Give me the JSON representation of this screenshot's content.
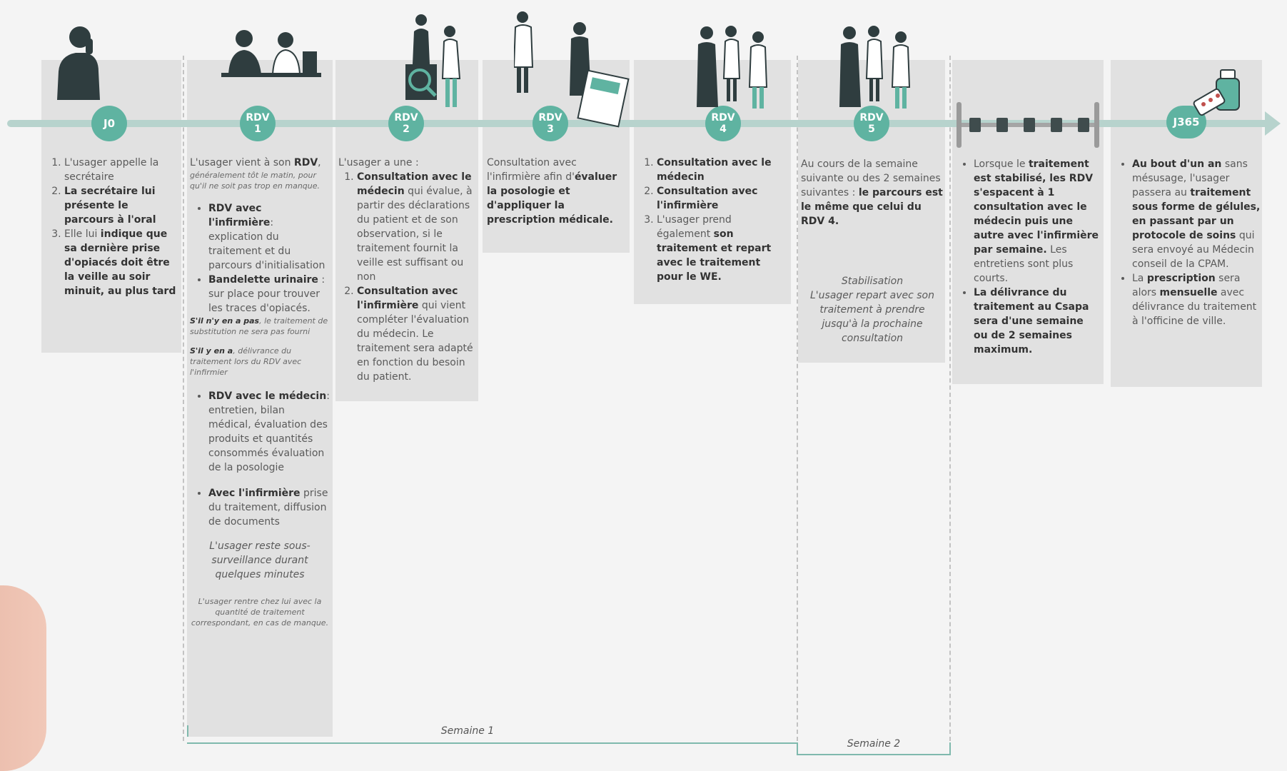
{
  "timeline": {
    "nodes": [
      {
        "label": "J0"
      },
      {
        "line1": "RDV",
        "line2": "1"
      },
      {
        "line1": "RDV",
        "line2": "2"
      },
      {
        "line1": "RDV",
        "line2": "3"
      },
      {
        "line1": "RDV",
        "line2": "4"
      },
      {
        "line1": "RDV",
        "line2": "5"
      },
      {
        "label": "J365"
      }
    ]
  },
  "col0": {
    "items": [
      {
        "text": "L'usager appelle la secrétaire"
      },
      {
        "bold": "La secrétaire lui présente le parcours à l'oral"
      },
      {
        "pre": "Elle lui ",
        "bold": "indique que sa dernière prise d'opiacés doit être la veille au soir minuit, au plus tard"
      }
    ]
  },
  "col1": {
    "intro_pre": "L'usager vient à son ",
    "intro_bold": "RDV",
    "intro_post": ",",
    "intro_small": "généralement tôt le matin, pour qu'il ne soit pas trop en manque.",
    "b1_bold": "RDV avec l'infirmière",
    "b1_text": ": explication du traitement et du parcours d'initialisation",
    "b2_bold": "Bandelette urinaire",
    "b2_text": " : sur place pour trouver les traces d'opiacés.",
    "note1_pre": "S'il n'y en a pas",
    "note1_post": ", le traitement de substitution ne sera pas fourni",
    "note2_pre": "S'il y en a",
    "note2_post": ", délivrance du traitement lors du RDV avec l'infirmier",
    "b3_bold": "RDV avec le médecin",
    "b3_text": ": entretien, bilan médical, évaluation des produits et quantités consommés évaluation de la posologie",
    "b4_bold": "Avec l'infirmière",
    "b4_text": " prise du traitement, diffusion de documents",
    "surveillance": "L'usager reste sous-surveillance durant quelques minutes",
    "home": "L'usager rentre chez lui avec la quantité de traitement correspondant, en cas de manque."
  },
  "col2": {
    "intro": "L'usager a une :",
    "i1_bold": "Consultation avec le médecin",
    "i1_text": " qui évalue, à partir des déclarations du patient et de son observation, si le traitement fournit la veille est suffisant ou non",
    "i2_bold": "Consultation avec l'infirmière",
    "i2_text": " qui vient compléter l'évaluation du médecin. Le traitement sera adapté en fonction du besoin du patient."
  },
  "col3": {
    "pre": "Consultation avec l'infirmière afin d'",
    "bold": "évaluer la posologie et d'appliquer la prescription médicale."
  },
  "col4": {
    "i1_bold": "Consultation avec le médecin",
    "i2_bold": "Consultation avec l'infirmière",
    "i3_pre": "L'usager prend également ",
    "i3_bold": "son traitement et repart avec le traitement pour le WE."
  },
  "col5": {
    "pre": "Au cours de la semaine suivante ou des 2 semaines suivantes : ",
    "bold": "le parcours est le même que celui du RDV 4.",
    "stab_title": "Stabilisation",
    "stab_text": "L'usager repart avec son traitement à prendre jusqu'à la prochaine consultation"
  },
  "col6": {
    "b1_pre": "Lorsque le ",
    "b1_bold": "traitement est stabilisé, les RDV s'espacent à 1 consultation avec le médecin puis une autre avec l'infirmière par semaine.",
    "b1_post": " Les entretiens sont plus courts.",
    "b2_bold": "La délivrance du traitement au Csapa sera d'une semaine ou de 2 semaines maximum."
  },
  "col7": {
    "b1_bold1": "Au bout d'un an",
    "b1_t1": " sans mésusage, l'usager passera au ",
    "b1_bold2": "traitement sous forme de gélules, en passant par un protocole de soins",
    "b1_t2": " qui sera envoyé au Médecin conseil de la CPAM.",
    "b2_pre": "La ",
    "b2_bold1": "prescription",
    "b2_t1": " sera alors ",
    "b2_bold2": "mensuelle",
    "b2_t2": " avec délivrance du traitement à l'officine de ville."
  },
  "weeks": [
    {
      "label": "Semaine 1"
    },
    {
      "label": "Semaine 2"
    }
  ],
  "colors": {
    "accent": "#5fb3a1",
    "axis": "#b7d3cd",
    "column_bg": "#e1e1e1",
    "figure": "#2f3d3f"
  }
}
